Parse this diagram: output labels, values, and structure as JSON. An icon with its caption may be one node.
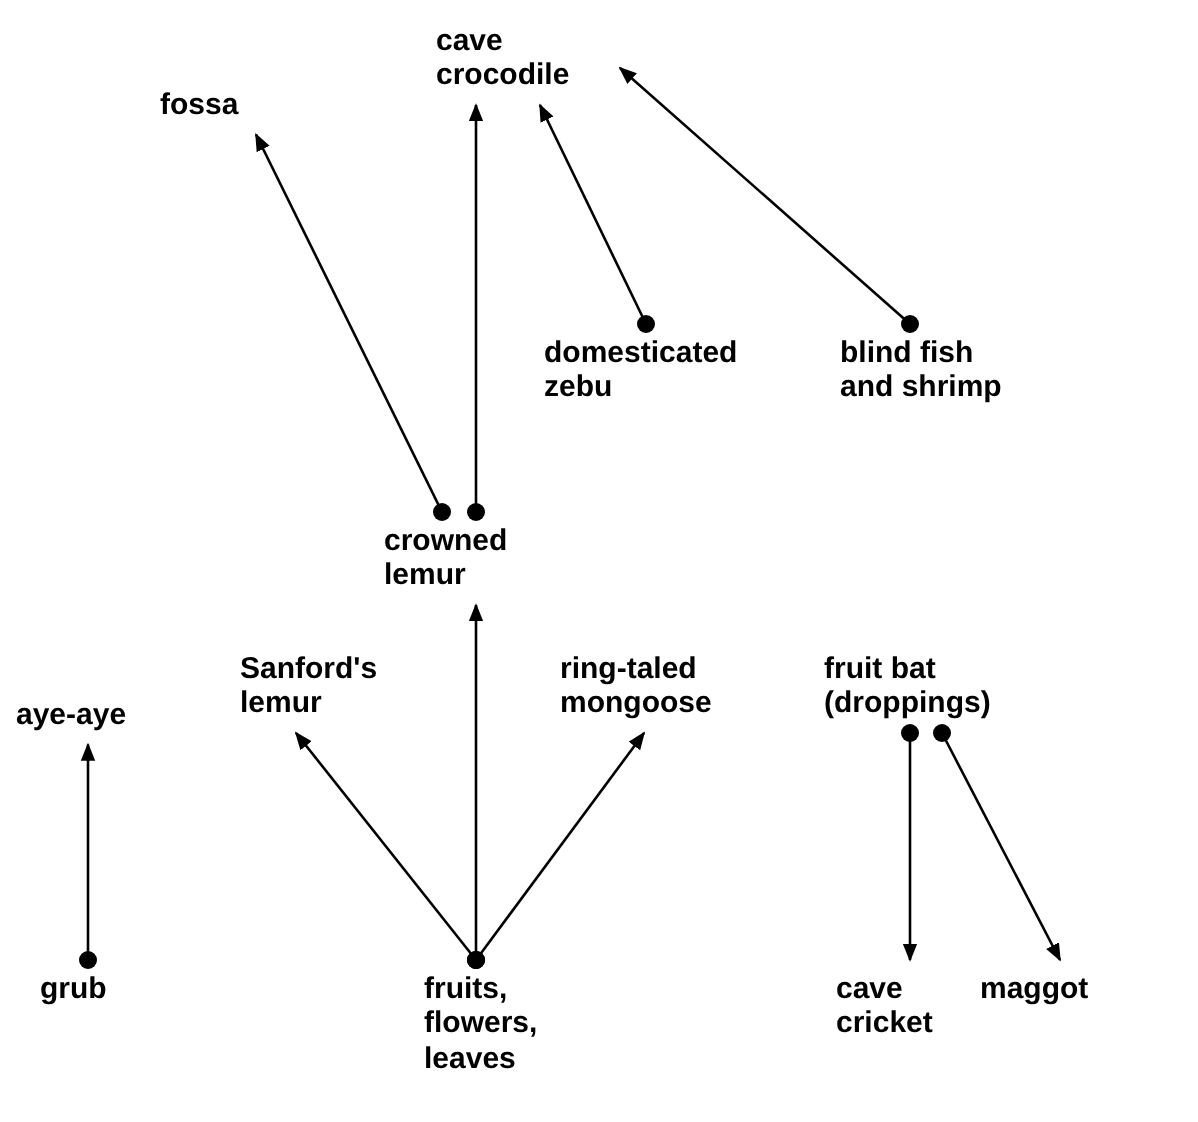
{
  "diagram": {
    "nodes": [
      {
        "text": [
          "fossa"
        ]
      },
      {
        "text": [
          "cave crocodile"
        ]
      },
      {
        "text": [
          "domesticated zebu"
        ]
      },
      {
        "text": [
          "blind fish and shrimp"
        ]
      },
      {
        "text": [
          "crowned lemur"
        ]
      },
      {
        "text": [
          "aye-aye"
        ]
      },
      {
        "text": [
          "Sanford's lemur"
        ]
      },
      {
        "text": [
          "ring-taled mongoose"
        ]
      },
      {
        "text": [
          "fruit bat (droppings)"
        ]
      },
      {
        "text": [
          "grub"
        ]
      },
      {
        "text": [
          "fruits, flowers, leaves"
        ]
      },
      {
        "text": [
          "cave cricket"
        ]
      },
      {
        "text": [
          "maggot"
        ]
      }
    ],
    "edges": [
      {
        "from": 4,
        "to": 0,
        "arrow": "to"
      },
      {
        "from": 4,
        "to": 1,
        "arrow": "to"
      },
      {
        "from": 2,
        "to": 1,
        "arrow": "to"
      },
      {
        "from": 3,
        "to": 1,
        "arrow": "to"
      },
      {
        "from": 9,
        "to": 5,
        "arrow": "to"
      },
      {
        "from": 10,
        "to": 6,
        "arrow": "to"
      },
      {
        "from": 10,
        "to": 4,
        "arrow": "to"
      },
      {
        "from": 10,
        "to": 7,
        "arrow": "to"
      },
      {
        "from": 8,
        "to": 11,
        "arrow": "to"
      },
      {
        "from": 8,
        "to": 12,
        "arrow": "to"
      }
    ]
  }
}
